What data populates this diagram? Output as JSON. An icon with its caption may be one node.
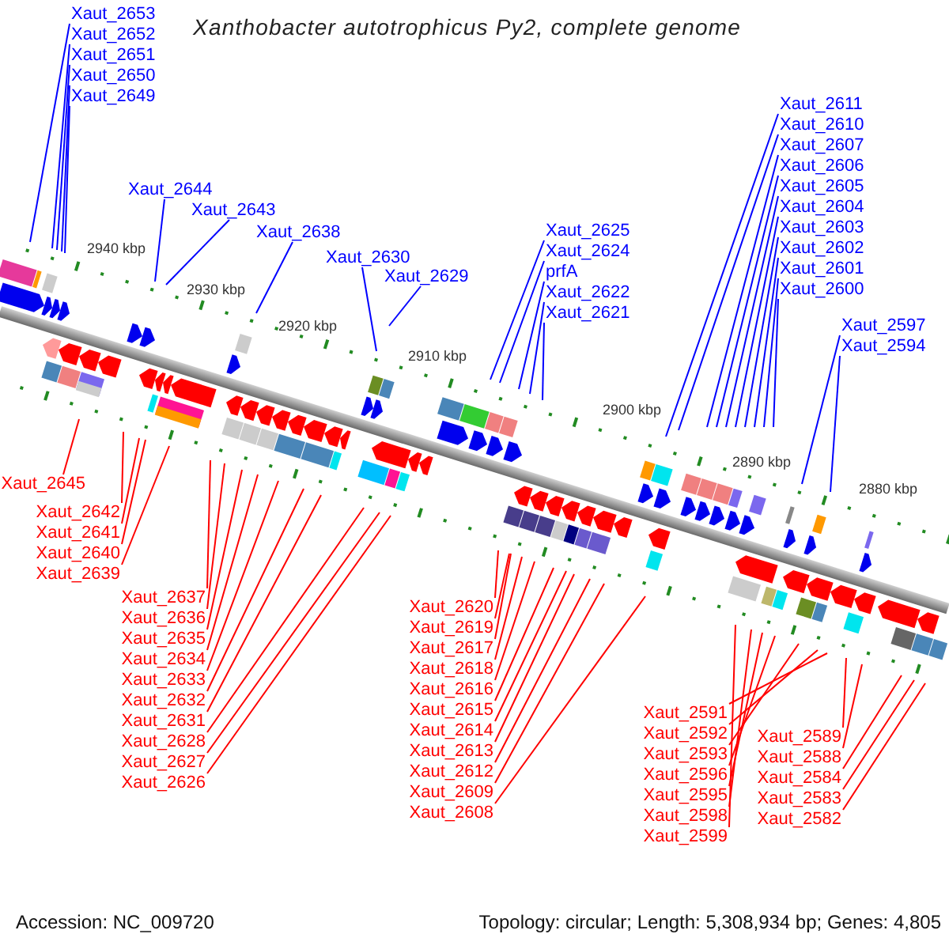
{
  "diagram": {
    "title": "Xanthobacter autotrophicus Py2, complete genome",
    "nodes": [
      {
        "text": [
          "Xaut_2653"
        ]
      },
      {
        "text": [
          "Xaut_2652"
        ]
      },
      {
        "text": [
          "Xaut_2651"
        ]
      },
      {
        "text": [
          "Xaut_2650"
        ]
      },
      {
        "text": [
          "Xaut_2649"
        ]
      },
      {
        "text": [
          "Xaut_2644"
        ]
      },
      {
        "text": [
          "Xaut_2643"
        ]
      },
      {
        "text": [
          "Xaut_2638"
        ]
      },
      {
        "text": [
          "Xaut_2630"
        ]
      },
      {
        "text": [
          "Xaut_2629"
        ]
      },
      {
        "text": [
          "Xaut_2625"
        ]
      },
      {
        "text": [
          "Xaut_2624"
        ]
      },
      {
        "text": [
          "prfA"
        ]
      },
      {
        "text": [
          "Xaut_2622"
        ]
      },
      {
        "text": [
          "Xaut_2621"
        ]
      },
      {
        "text": [
          "Xaut_2611"
        ]
      },
      {
        "text": [
          "Xaut_2610"
        ]
      },
      {
        "text": [
          "Xaut_2607"
        ]
      },
      {
        "text": [
          "Xaut_2606"
        ]
      },
      {
        "text": [
          "Xaut_2605"
        ]
      },
      {
        "text": [
          "Xaut_2604"
        ]
      },
      {
        "text": [
          "Xaut_2603"
        ]
      },
      {
        "text": [
          "Xaut_2602"
        ]
      },
      {
        "text": [
          "Xaut_2601"
        ]
      },
      {
        "text": [
          "Xaut_2600"
        ]
      },
      {
        "text": [
          "Xaut_2597"
        ]
      },
      {
        "text": [
          "Xaut_2594"
        ]
      },
      {
        "text": [
          "Xaut_2645"
        ]
      },
      {
        "text": [
          "Xaut_2642"
        ]
      },
      {
        "text": [
          "Xaut_2641"
        ]
      },
      {
        "text": [
          "Xaut_2640"
        ]
      },
      {
        "text": [
          "Xaut_2639"
        ]
      },
      {
        "text": [
          "Xaut_2637"
        ]
      },
      {
        "text": [
          "Xaut_2636"
        ]
      },
      {
        "text": [
          "Xaut_2635"
        ]
      },
      {
        "text": [
          "Xaut_2634"
        ]
      },
      {
        "text": [
          "Xaut_2633"
        ]
      },
      {
        "text": [
          "Xaut_2632"
        ]
      },
      {
        "text": [
          "Xaut_2631"
        ]
      },
      {
        "text": [
          "Xaut_2628"
        ]
      },
      {
        "text": [
          "Xaut_2627"
        ]
      },
      {
        "text": [
          "Xaut_2626"
        ]
      },
      {
        "text": [
          "Xaut_2620"
        ]
      },
      {
        "text": [
          "Xaut_2619"
        ]
      },
      {
        "text": [
          "Xaut_2617"
        ]
      },
      {
        "text": [
          "Xaut_2618"
        ]
      },
      {
        "text": [
          "Xaut_2616"
        ]
      },
      {
        "text": [
          "Xaut_2615"
        ]
      },
      {
        "text": [
          "Xaut_2614"
        ]
      },
      {
        "text": [
          "Xaut_2613"
        ]
      },
      {
        "text": [
          "Xaut_2612"
        ]
      },
      {
        "text": [
          "Xaut_2609"
        ]
      },
      {
        "text": [
          "Xaut_2608"
        ]
      },
      {
        "text": [
          "Xaut_2591"
        ]
      },
      {
        "text": [
          "Xaut_2592"
        ]
      },
      {
        "text": [
          "Xaut_2593"
        ]
      },
      {
        "text": [
          "Xaut_2596"
        ]
      },
      {
        "text": [
          "Xaut_2595"
        ]
      },
      {
        "text": [
          "Xaut_2598"
        ]
      },
      {
        "text": [
          "Xaut_2599"
        ]
      },
      {
        "text": [
          "Xaut_2589"
        ]
      },
      {
        "text": [
          "Xaut_2588"
        ]
      },
      {
        "text": [
          "Xaut_2584"
        ]
      },
      {
        "text": [
          "Xaut_2583"
        ]
      },
      {
        "text": [
          "Xaut_2582"
        ]
      }
    ],
    "edges": [
      {
        "from": 0,
        "to": null,
        "arrow": "none",
        "color": "#0000ff"
      },
      {
        "from": 1,
        "to": null,
        "arrow": "none",
        "color": "#0000ff"
      },
      {
        "from": 2,
        "to": null,
        "arrow": "none",
        "color": "#0000ff"
      },
      {
        "from": 3,
        "to": null,
        "arrow": "none",
        "color": "#0000ff"
      },
      {
        "from": 4,
        "to": null,
        "arrow": "none",
        "color": "#0000ff"
      },
      {
        "from": 5,
        "to": null,
        "arrow": "none",
        "color": "#0000ff"
      },
      {
        "from": 6,
        "to": null,
        "arrow": "none",
        "color": "#0000ff"
      },
      {
        "from": 7,
        "to": null,
        "arrow": "none",
        "color": "#0000ff"
      },
      {
        "from": 8,
        "to": null,
        "arrow": "none",
        "color": "#0000ff"
      },
      {
        "from": 9,
        "to": null,
        "arrow": "none",
        "color": "#0000ff"
      },
      {
        "from": 10,
        "to": null,
        "arrow": "none",
        "color": "#0000ff"
      },
      {
        "from": 11,
        "to": null,
        "arrow": "none",
        "color": "#0000ff"
      },
      {
        "from": 12,
        "to": null,
        "arrow": "none",
        "color": "#0000ff"
      },
      {
        "from": 13,
        "to": null,
        "arrow": "none",
        "color": "#0000ff"
      },
      {
        "from": 14,
        "to": null,
        "arrow": "none",
        "color": "#0000ff"
      },
      {
        "from": 15,
        "to": null,
        "arrow": "none",
        "color": "#0000ff"
      },
      {
        "from": 16,
        "to": null,
        "arrow": "none",
        "color": "#0000ff"
      },
      {
        "from": 17,
        "to": null,
        "arrow": "none",
        "color": "#0000ff"
      },
      {
        "from": 18,
        "to": null,
        "arrow": "none",
        "color": "#0000ff"
      },
      {
        "from": 19,
        "to": null,
        "arrow": "none",
        "color": "#0000ff"
      },
      {
        "from": 20,
        "to": null,
        "arrow": "none",
        "color": "#0000ff"
      },
      {
        "from": 21,
        "to": null,
        "arrow": "none",
        "color": "#0000ff"
      },
      {
        "from": 22,
        "to": null,
        "arrow": "none",
        "color": "#0000ff"
      },
      {
        "from": 23,
        "to": null,
        "arrow": "none",
        "color": "#0000ff"
      },
      {
        "from": 24,
        "to": null,
        "arrow": "none",
        "color": "#0000ff"
      },
      {
        "from": 25,
        "to": null,
        "arrow": "none",
        "color": "#0000ff"
      },
      {
        "from": 26,
        "to": null,
        "arrow": "none",
        "color": "#0000ff"
      },
      {
        "from": 27,
        "to": null,
        "arrow": "none"
      },
      {
        "from": 28,
        "to": null,
        "arrow": "none"
      },
      {
        "from": 29,
        "to": null,
        "arrow": "none"
      },
      {
        "from": 30,
        "to": null,
        "arrow": "none"
      },
      {
        "from": 31,
        "to": null,
        "arrow": "none"
      },
      {
        "from": 32,
        "to": null,
        "arrow": "none"
      },
      {
        "from": 33,
        "to": null,
        "arrow": "none"
      },
      {
        "from": 34,
        "to": null,
        "arrow": "none"
      },
      {
        "from": 35,
        "to": null,
        "arrow": "none"
      },
      {
        "from": 36,
        "to": null,
        "arrow": "none"
      },
      {
        "from": 37,
        "to": null,
        "arrow": "none"
      },
      {
        "from": 38,
        "to": null,
        "arrow": "none"
      },
      {
        "from": 39,
        "to": null,
        "arrow": "none"
      },
      {
        "from": 40,
        "to": null,
        "arrow": "none"
      },
      {
        "from": 41,
        "to": null,
        "arrow": "none"
      },
      {
        "from": 42,
        "to": null,
        "arrow": "none"
      },
      {
        "from": 43,
        "to": null,
        "arrow": "none"
      },
      {
        "from": 44,
        "to": null,
        "arrow": "none"
      },
      {
        "from": 45,
        "to": null,
        "arrow": "none"
      },
      {
        "from": 46,
        "to": null,
        "arrow": "none"
      },
      {
        "from": 47,
        "to": null,
        "arrow": "none"
      },
      {
        "from": 48,
        "to": null,
        "arrow": "none"
      },
      {
        "from": 49,
        "to": null,
        "arrow": "none"
      },
      {
        "from": 50,
        "to": null,
        "arrow": "none"
      },
      {
        "from": 51,
        "to": null,
        "arrow": "none"
      },
      {
        "from": 52,
        "to": null,
        "arrow": "none"
      },
      {
        "from": 53,
        "to": null,
        "arrow": "none"
      },
      {
        "from": 54,
        "to": null,
        "arrow": "none"
      },
      {
        "from": 55,
        "to": null,
        "arrow": "none"
      },
      {
        "from": 56,
        "to": null,
        "arrow": "none"
      },
      {
        "from": 57,
        "to": null,
        "arrow": "none"
      },
      {
        "from": 58,
        "to": null,
        "arrow": "none"
      },
      {
        "from": 59,
        "to": null,
        "arrow": "none"
      },
      {
        "from": 60,
        "to": null,
        "arrow": "none"
      },
      {
        "from": 61,
        "to": null,
        "arrow": "none"
      },
      {
        "from": 62,
        "to": null,
        "arrow": "none"
      },
      {
        "from": 63,
        "to": null,
        "arrow": "none"
      },
      {
        "from": 64,
        "to": null,
        "arrow": "none"
      }
    ],
    "labels": [
      "2940 kbp",
      "2930 kbp",
      "2920 kbp",
      "2910 kbp",
      "2900 kbp",
      "2890 kbp",
      "2880 kbp",
      "Accession: NC_009720",
      "Topology: circular; Length: 5,308,934 bp; Genes: 4,805"
    ]
  }
}
